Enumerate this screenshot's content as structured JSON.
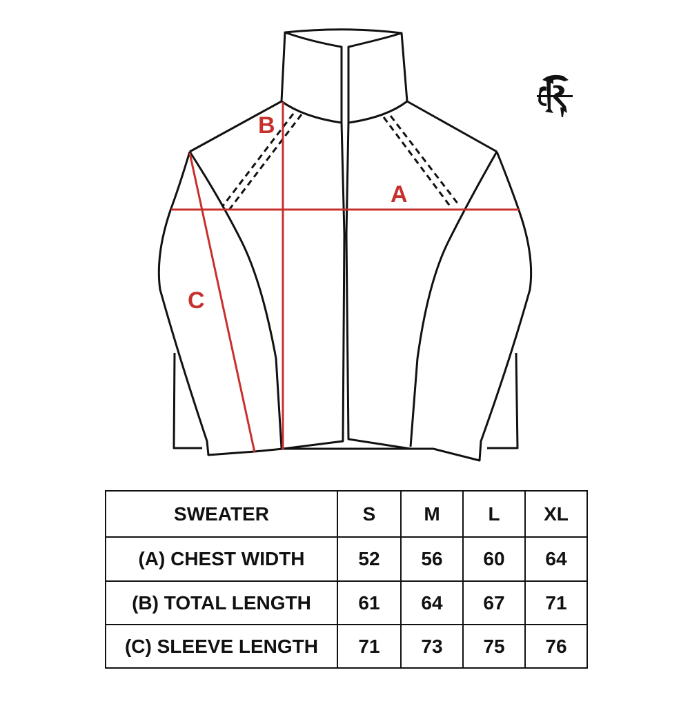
{
  "diagram": {
    "garment": "sweater",
    "measurement_color": "#c8302c",
    "line_color": "#111111",
    "labels": {
      "a": "A",
      "b": "B",
      "c": "C"
    },
    "logo_icon": "gothic-monogram-icon"
  },
  "size_table": {
    "header": [
      "SWEATER",
      "S",
      "M",
      "L",
      "XL"
    ],
    "rows": [
      {
        "label": "(A) CHEST WIDTH",
        "values": [
          "52",
          "56",
          "60",
          "64"
        ]
      },
      {
        "label": "(B) TOTAL LENGTH",
        "values": [
          "61",
          "64",
          "67",
          "71"
        ]
      },
      {
        "label": "(C) SLEEVE LENGTH",
        "values": [
          "71",
          "73",
          "75",
          "76"
        ]
      }
    ]
  }
}
